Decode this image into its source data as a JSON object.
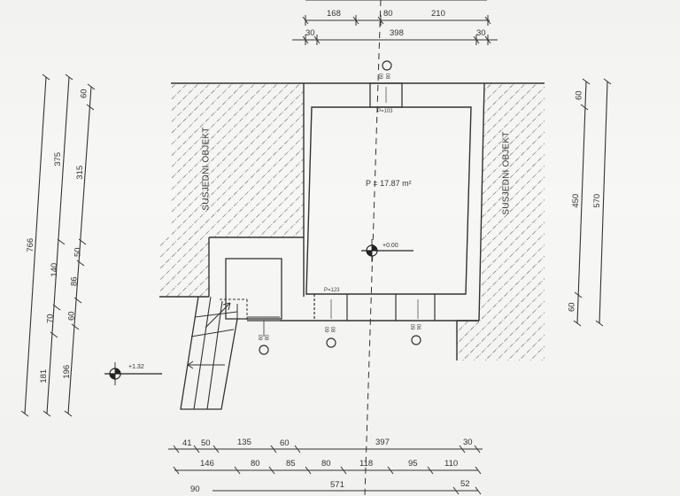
{
  "drawing": {
    "type": "floor plan with dimensions",
    "room": {
      "area_label": "P = 17.87 m²",
      "level_label": "+0.00",
      "top_window_note": "P=103",
      "bottom_window_note": "P=123"
    },
    "outside_level": "+1.32",
    "neighbor_left": "SUSJEDNI OBJEKT",
    "neighbor_right": "SUSJEDNI OBJEKT",
    "openings": [
      {
        "id": "top",
        "codes": [
          "60",
          "80"
        ]
      },
      {
        "id": "bottom-left-door",
        "codes": [
          "60",
          "80"
        ]
      },
      {
        "id": "bottom-mid",
        "codes": [
          "60",
          "80"
        ]
      },
      {
        "id": "bottom-right",
        "codes": [
          "60",
          "90"
        ]
      }
    ]
  },
  "dimensions": {
    "top": {
      "row1": [
        "168",
        "80",
        "210"
      ],
      "row2": [
        "30",
        "398",
        "30"
      ]
    },
    "bottom": {
      "row1": [
        "41",
        "50",
        "135",
        "60",
        "397",
        "30"
      ],
      "row2": [
        "146",
        "80",
        "85",
        "80",
        "118",
        "95",
        "110"
      ],
      "row3": [
        "90",
        "571",
        "52"
      ]
    },
    "left": {
      "col1": [
        "766"
      ],
      "col2": [
        "375",
        "140",
        "70",
        "181"
      ],
      "col3": [
        "60",
        "315",
        "50",
        "86",
        "60",
        "196"
      ]
    },
    "right": {
      "col1": [
        "60",
        "450",
        "60"
      ],
      "col2": [
        "570"
      ]
    }
  }
}
